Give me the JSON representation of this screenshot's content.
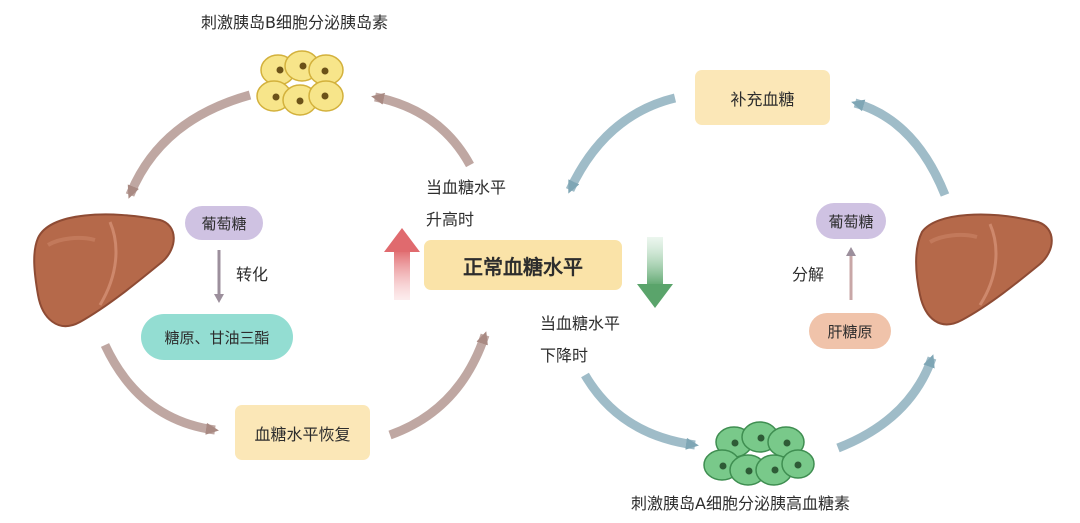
{
  "labels": {
    "top_beta": "刺激胰岛B细胞分泌胰岛素",
    "bottom_alpha": "刺激胰岛A细胞分泌胰高血糖素",
    "high_when": "当血糖水平升高时",
    "low_when": "当血糖水平下降时",
    "center": "正常血糖水平",
    "left_glucose": "葡萄糖",
    "left_convert": "转化",
    "left_storage": "糖原、甘油三酯",
    "left_recover": "血糖水平恢复",
    "right_supplement": "补充血糖",
    "right_glucose": "葡萄糖",
    "right_decompose": "分解",
    "right_glycogen": "肝糖原"
  },
  "colors": {
    "center_box": "#fae3a8",
    "label_box": "#fbe7b7",
    "glucose_pill": "#cfc2e2",
    "storage_pill": "#93ddd2",
    "glycogen_pill": "#f0c3aa",
    "beta_cells": "#f7e58a",
    "alpha_cells": "#79c98a",
    "liver": "#b5694a",
    "arrow_left_cycle": "#a98a83",
    "arrow_right_cycle": "#7fa6b5",
    "arrow_up": "#e06a6e",
    "arrow_down": "#5aa46b"
  }
}
